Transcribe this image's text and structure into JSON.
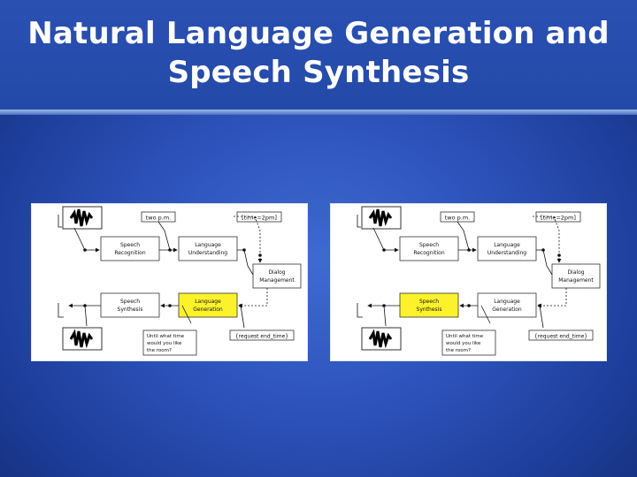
{
  "slide": {
    "title_line1": "Natural Language Generation and",
    "title_line2": "Speech Synthesis",
    "colors": {
      "background": "#2d53bb",
      "highlight": "#fcf22b"
    }
  },
  "diagrams": [
    {
      "highlighted": "generation",
      "utterance_top": "two p.m.",
      "semantic_top": "[time=2pm]",
      "recognition_l1": "Speech",
      "recognition_l2": "Recognition",
      "understanding_l1": "Language",
      "understanding_l2": "Understanding",
      "dialog_l1": "Dialog",
      "dialog_l2": "Management",
      "synthesis_l1": "Speech",
      "synthesis_l2": "Synthesis",
      "generation_l1": "Language",
      "generation_l2": "Generation",
      "request": "{request end_time}",
      "question_l1": "Until what time",
      "question_l2": "would you like",
      "question_l3": "the room?",
      "smiley": "☺"
    },
    {
      "highlighted": "synthesis",
      "utterance_top": "two p.m.",
      "semantic_top": "[time=2pm]",
      "recognition_l1": "Speech",
      "recognition_l2": "Recognition",
      "understanding_l1": "Language",
      "understanding_l2": "Understanding",
      "dialog_l1": "Dialog",
      "dialog_l2": "Management",
      "synthesis_l1": "Speech",
      "synthesis_l2": "Synthesis",
      "generation_l1": "Language",
      "generation_l2": "Generation",
      "request": "{request end_time}",
      "question_l1": "Until what time",
      "question_l2": "would you like",
      "question_l3": "the room?",
      "smiley": "☺"
    }
  ]
}
